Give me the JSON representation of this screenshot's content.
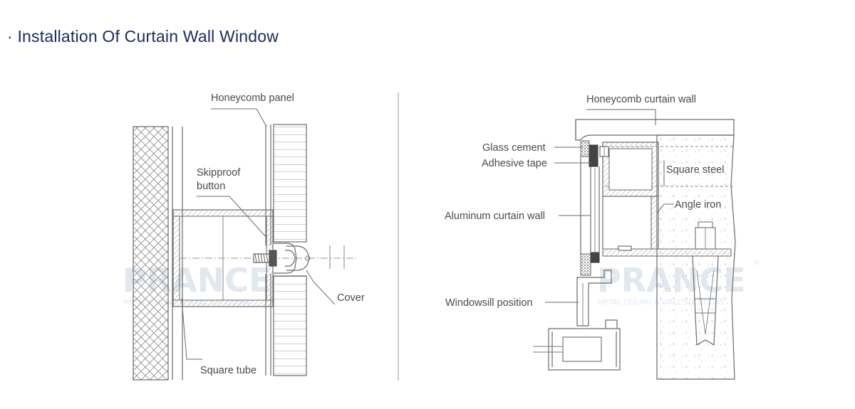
{
  "title": "· Installation Of Curtain Wall Window",
  "left_diagram": {
    "labels": {
      "honeycomb_panel": "Honeycomb panel",
      "skipproof_button_line1": "Skipproof",
      "skipproof_button_line2": "button",
      "cover": "Cover",
      "square_tube": "Square tube"
    }
  },
  "right_diagram": {
    "labels": {
      "honeycomb_curtain_wall": "Honeycomb curtain wall",
      "glass_cement": "Glass cement",
      "adhesive_tape": "Adhesive tape",
      "square_steel": "Square steel",
      "angle_iron": "Angle iron",
      "aluminum_curtain_wall": "Aluminum curtain wall",
      "windowsill_position": "Windowsill position"
    }
  },
  "watermark": {
    "brand": "PRANCE",
    "tagline": "METAL CEILING & WALL SOLUTIONS",
    "registered": "®"
  },
  "colors": {
    "title": "#1b2a5c",
    "line": "#6a6a6a",
    "label": "#4a4a4a",
    "watermark": "#dfe6ee"
  }
}
